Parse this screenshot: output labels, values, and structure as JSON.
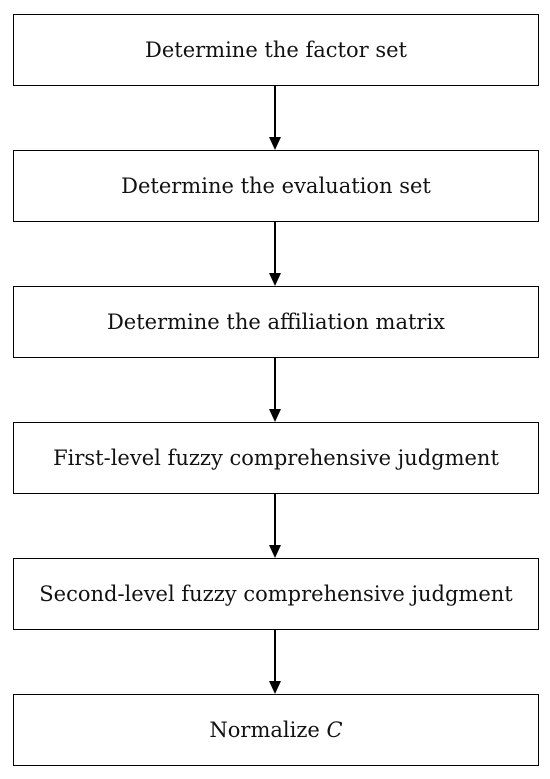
{
  "steps": [
    {
      "label": "Determine the factor set"
    },
    {
      "label": "Determine the evaluation set"
    },
    {
      "label": "Determine the affiliation matrix"
    },
    {
      "label": "First-level fuzzy comprehensive judgment"
    },
    {
      "label": "Second-level fuzzy comprehensive judgment"
    },
    {
      "label_prefix": "Normalize ",
      "label_variable": "C"
    }
  ]
}
